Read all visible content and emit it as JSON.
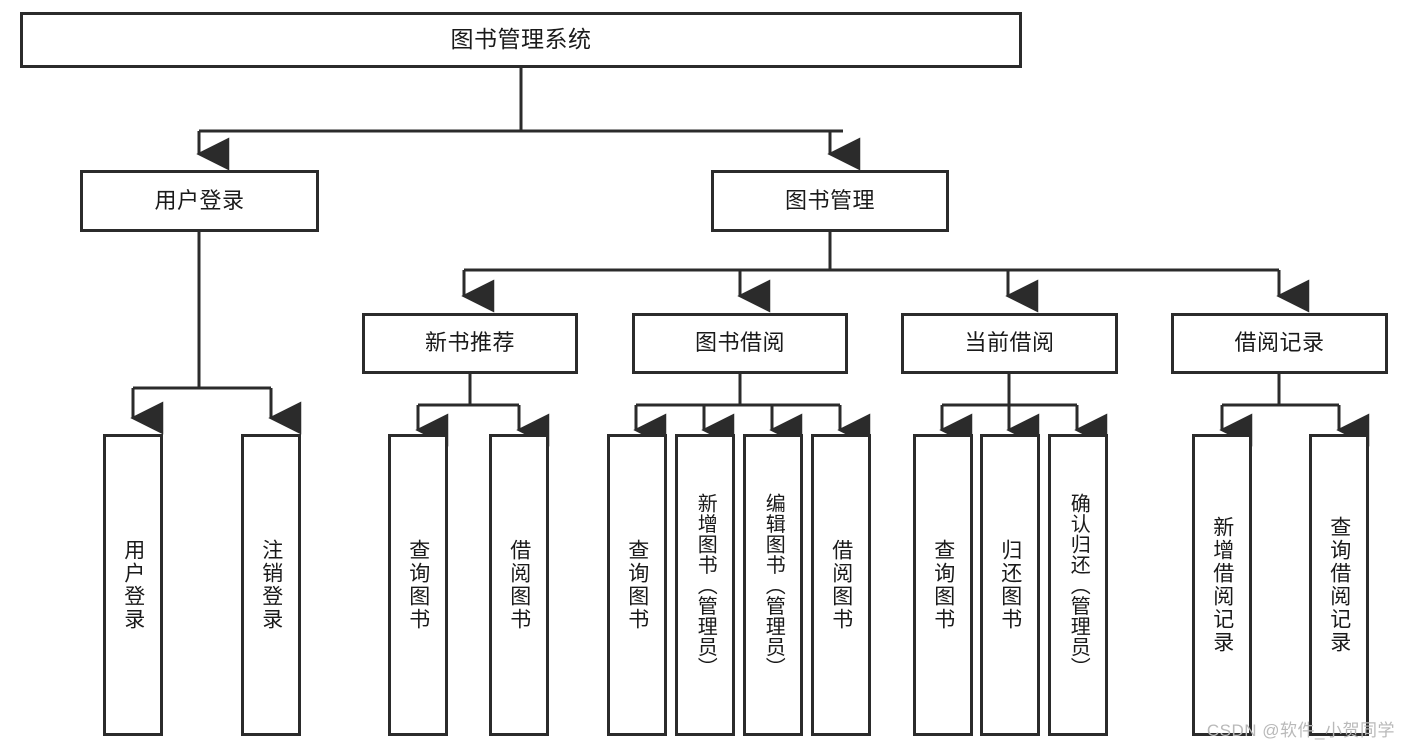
{
  "diagram": {
    "title": "图书管理系统",
    "watermark": "CSDN @软件_小贺同学",
    "stroke_color": "#2b2b2b",
    "box_fill": "#ffffff",
    "text_color": "#1a1a1a",
    "watermark_color": "#b9b9b9",
    "type": "tree-hierarchy",
    "levels": 4
  },
  "nodes": {
    "root": {
      "label": "图书管理系统"
    },
    "level2": [
      {
        "id": "user-login",
        "label": "用户登录"
      },
      {
        "id": "book-management",
        "label": "图书管理"
      }
    ],
    "level3": [
      {
        "id": "new-book-recommend",
        "label": "新书推荐"
      },
      {
        "id": "book-borrow",
        "label": "图书借阅"
      },
      {
        "id": "current-borrow",
        "label": "当前借阅"
      },
      {
        "id": "borrow-record",
        "label": "借阅记录"
      }
    ],
    "leaves": {
      "user_login": [
        {
          "id": "leaf-user-login",
          "label": "用户登录"
        },
        {
          "id": "leaf-logout",
          "label": "注销登录"
        }
      ],
      "new_book_recommend": [
        {
          "id": "leaf-query-book-1",
          "label": "查询图书"
        },
        {
          "id": "leaf-borrow-book-1",
          "label": "借阅图书"
        }
      ],
      "book_borrow": [
        {
          "id": "leaf-query-book-2",
          "label": "查询图书"
        },
        {
          "id": "leaf-add-book",
          "label": "新增图书（管理员）"
        },
        {
          "id": "leaf-edit-book",
          "label": "编辑图书（管理员）"
        },
        {
          "id": "leaf-borrow-book-2",
          "label": "借阅图书"
        }
      ],
      "current_borrow": [
        {
          "id": "leaf-query-book-3",
          "label": "查询图书"
        },
        {
          "id": "leaf-return-book",
          "label": "归还图书"
        },
        {
          "id": "leaf-confirm-return",
          "label": "确认归还（管理员）"
        }
      ],
      "borrow_record": [
        {
          "id": "leaf-add-record",
          "label": "新增借阅记录"
        },
        {
          "id": "leaf-query-record",
          "label": "查询借阅记录"
        }
      ]
    }
  }
}
